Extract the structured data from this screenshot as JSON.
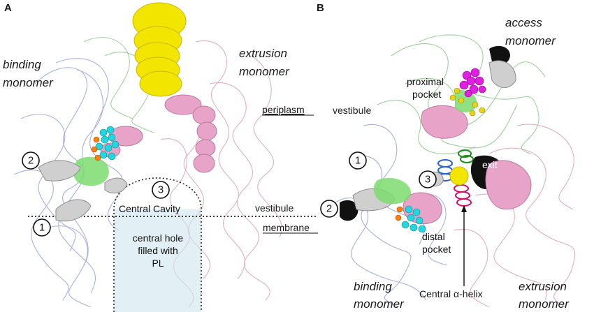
{
  "panel_a": {
    "label": "A",
    "binding_monomer": [
      "binding",
      "monomer"
    ],
    "extrusion_monomer": [
      "extrusion",
      "monomer"
    ],
    "periplasm": "periplasm",
    "vestibule": "vestibule",
    "membrane": "membrane",
    "central_cavity": "Central Cavity",
    "central_hole": [
      "central hole",
      "filled with",
      "PL"
    ],
    "markers": [
      "1",
      "2",
      "3"
    ]
  },
  "panel_b": {
    "label": "B",
    "access_monomer": [
      "access",
      "monomer"
    ],
    "proximal_pocket": [
      "proximal",
      "pocket"
    ],
    "vestibule": "vestibule",
    "exit": "exit",
    "distal_pocket": [
      "distal",
      "pocket"
    ],
    "binding_monomer": [
      "binding",
      "monomer"
    ],
    "extrusion_monomer": [
      "extrusion",
      "monomer"
    ],
    "central_helix": "Central α-helix",
    "markers": [
      "1",
      "2",
      "3"
    ]
  },
  "colors": {
    "binding": "#9aa3d6",
    "access": "#8cc78c",
    "extrusion": "#d9a3b3",
    "yellow_tube": "#f2e600",
    "pink_tube": "#e8a3c8",
    "green_patch": "#7ddc6e",
    "grey_tunnel": "#cfcfcf",
    "cyan_spheres": "#22d8e0",
    "orange_spheres": "#ff7f10",
    "magenta_spheres": "#e020e0",
    "cavity_fill": "#cfe6ee"
  }
}
